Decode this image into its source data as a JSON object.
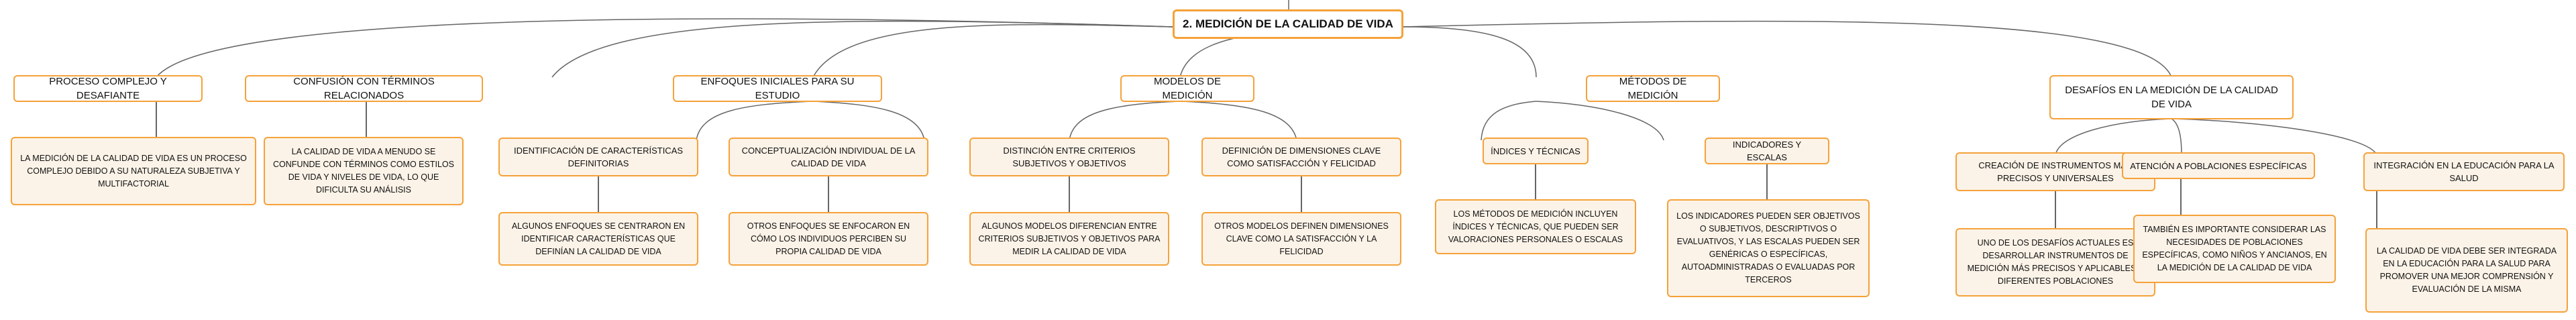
{
  "colors": {
    "accent": "#f5a23a",
    "fill": "#fcf3e8",
    "line": "#666666"
  },
  "root": {
    "label": "2. MEDICIÓN DE LA CALIDAD DE VIDA"
  },
  "branches": [
    {
      "label": "PROCESO COMPLEJO Y DESAFIANTE",
      "detail": "LA MEDICIÓN DE LA CALIDAD DE VIDA ES UN PROCESO COMPLEJO DEBIDO A SU NATURALEZA SUBJETIVA Y MULTIFACTORIAL"
    },
    {
      "label": "CONFUSIÓN CON TÉRMINOS RELACIONADOS",
      "detail": "LA CALIDAD DE VIDA A MENUDO SE CONFUNDE CON TÉRMINOS COMO ESTILOS DE VIDA Y NIVELES DE VIDA, LO QUE DIFICULTA SU ANÁLISIS"
    },
    {
      "label": "ENFOQUES INICIALES PARA SU ESTUDIO",
      "children": [
        {
          "label": "IDENTIFICACIÓN DE CARACTERÍSTICAS DEFINITORIAS",
          "detail": "ALGUNOS ENFOQUES SE CENTRARON EN IDENTIFICAR CARACTERÍSTICAS QUE DEFINÍAN LA CALIDAD DE VIDA"
        },
        {
          "label": "CONCEPTUALIZACIÓN INDIVIDUAL DE LA CALIDAD DE VIDA",
          "detail": "OTROS ENFOQUES SE ENFOCARON EN CÓMO LOS INDIVIDUOS PERCIBEN SU PROPIA CALIDAD DE VIDA"
        }
      ]
    },
    {
      "label": "MODELOS DE MEDICIÓN",
      "children": [
        {
          "label": "DISTINCIÓN ENTRE CRITERIOS SUBJETIVOS Y OBJETIVOS",
          "detail": "ALGUNOS MODELOS DIFERENCIAN ENTRE CRITERIOS SUBJETIVOS Y OBJETIVOS PARA MEDIR LA CALIDAD DE VIDA"
        },
        {
          "label": "DEFINICIÓN DE DIMENSIONES CLAVE COMO SATISFACCIÓN Y FELICIDAD",
          "detail": "OTROS MODELOS DEFINEN DIMENSIONES CLAVE COMO LA SATISFACCIÓN Y LA FELICIDAD"
        }
      ]
    },
    {
      "label": "MÉTODOS DE MEDICIÓN",
      "children": [
        {
          "label": "ÍNDICES Y TÉCNICAS",
          "detail": "LOS MÉTODOS DE MEDICIÓN INCLUYEN ÍNDICES Y TÉCNICAS, QUE PUEDEN SER VALORACIONES PERSONALES O ESCALAS"
        },
        {
          "label": "INDICADORES Y ESCALAS",
          "detail": "LOS INDICADORES PUEDEN SER OBJETIVOS O SUBJETIVOS, DESCRIPTIVOS O EVALUATIVOS, Y LAS ESCALAS PUEDEN SER GENÉRICAS O ESPECÍFICAS, AUTOADMINISTRADAS O EVALUADAS POR TERCEROS"
        }
      ]
    },
    {
      "label": "DESAFÍOS EN LA MEDICIÓN DE LA CALIDAD DE VIDA",
      "children": [
        {
          "label": "CREACIÓN DE INSTRUMENTOS MÁS PRECISOS Y UNIVERSALES",
          "detail": "UNO DE LOS DESAFÍOS ACTUALES ES DESARROLLAR INSTRUMENTOS DE MEDICIÓN MÁS PRECISOS Y APLICABLES A DIFERENTES POBLACIONES"
        },
        {
          "label": "ATENCIÓN A POBLACIONES ESPECÍFICAS",
          "detail": "TAMBIÉN ES IMPORTANTE CONSIDERAR LAS NECESIDADES DE POBLACIONES ESPECÍFICAS, COMO NIÑOS Y ANCIANOS, EN LA MEDICIÓN DE LA CALIDAD DE VIDA"
        },
        {
          "label": "INTEGRACIÓN EN LA EDUCACIÓN PARA LA SALUD",
          "detail": "LA CALIDAD DE VIDA DEBE SER INTEGRADA EN LA EDUCACIÓN PARA LA SALUD PARA PROMOVER UNA MEJOR COMPRENSIÓN Y EVALUACIÓN DE LA MISMA"
        }
      ]
    }
  ]
}
